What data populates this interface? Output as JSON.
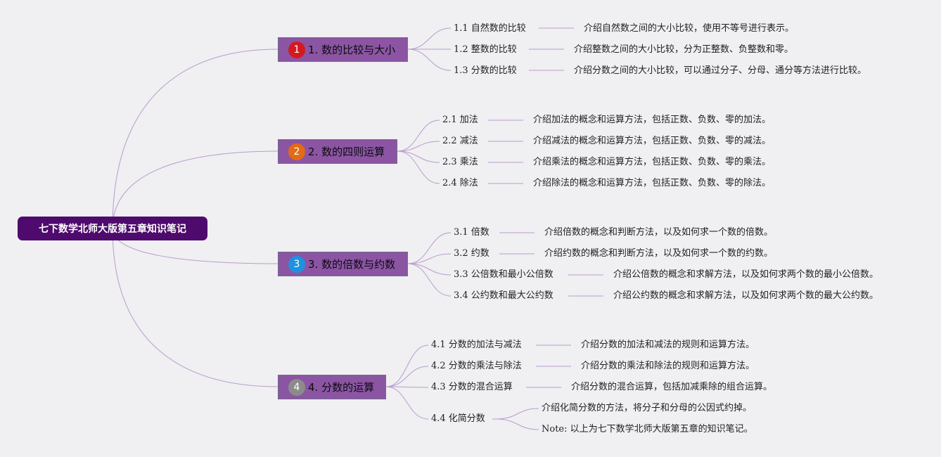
{
  "root": {
    "title": "七下数学北师大版第五章知识笔记"
  },
  "colors": {
    "background": "#f0eff2",
    "root": "#4e0a6c",
    "branch": "#8c55a3",
    "connector": "#b89ccc",
    "badge1": "#d31a20",
    "badge2": "#e46a13",
    "badge3": "#1e92e0",
    "badge4": "#8b8b8b"
  },
  "branches": [
    {
      "badge": "1",
      "badge_icon": "number-1-circle-icon",
      "label": "1. 数的比较与大小",
      "items": [
        {
          "title": "1.1 自然数的比较",
          "desc": "介绍自然数之间的大小比较，使用不等号进行表示。"
        },
        {
          "title": "1.2 整数的比较",
          "desc": "介绍整数之间的大小比较，分为正整数、负整数和零。"
        },
        {
          "title": "1.3 分数的比较",
          "desc": "介绍分数之间的大小比较，可以通过分子、分母、通分等方法进行比较。"
        }
      ]
    },
    {
      "badge": "2",
      "badge_icon": "number-2-circle-icon",
      "label": "2. 数的四则运算",
      "items": [
        {
          "title": "2.1 加法",
          "desc": "介绍加法的概念和运算方法，包括正数、负数、零的加法。"
        },
        {
          "title": "2.2 减法",
          "desc": "介绍减法的概念和运算方法，包括正数、负数、零的减法。"
        },
        {
          "title": "2.3 乘法",
          "desc": "介绍乘法的概念和运算方法，包括正数、负数、零的乘法。"
        },
        {
          "title": "2.4 除法",
          "desc": "介绍除法的概念和运算方法，包括正数、负数、零的除法。"
        }
      ]
    },
    {
      "badge": "3",
      "badge_icon": "number-3-circle-icon",
      "label": "3. 数的倍数与约数",
      "items": [
        {
          "title": "3.1 倍数",
          "desc": "介绍倍数的概念和判断方法，以及如何求一个数的倍数。"
        },
        {
          "title": "3.2 约数",
          "desc": "介绍约数的概念和判断方法，以及如何求一个数的约数。"
        },
        {
          "title": "3.3 公倍数和最小公倍数",
          "desc": "介绍公倍数的概念和求解方法，以及如何求两个数的最小公倍数。"
        },
        {
          "title": "3.4 公约数和最大公约数",
          "desc": "介绍公约数的概念和求解方法，以及如何求两个数的最大公约数。"
        }
      ]
    },
    {
      "badge": "4",
      "badge_icon": "number-4-circle-icon",
      "label": "4. 分数的运算",
      "items": [
        {
          "title": "4.1 分数的加法与减法",
          "desc": "介绍分数的加法和减法的规则和运算方法。"
        },
        {
          "title": "4.2 分数的乘法与除法",
          "desc": "介绍分数的乘法和除法的规则和运算方法。"
        },
        {
          "title": "4.3 分数的混合运算",
          "desc": "介绍分数的混合运算，包括加减乘除的组合运算。"
        },
        {
          "title": "4.4 化简分数",
          "desc": "介绍化简分数的方法，将分子和分母的公因式约掉。",
          "note": "Note: 以上为七下数学北师大版第五章的知识笔记。"
        }
      ]
    }
  ]
}
